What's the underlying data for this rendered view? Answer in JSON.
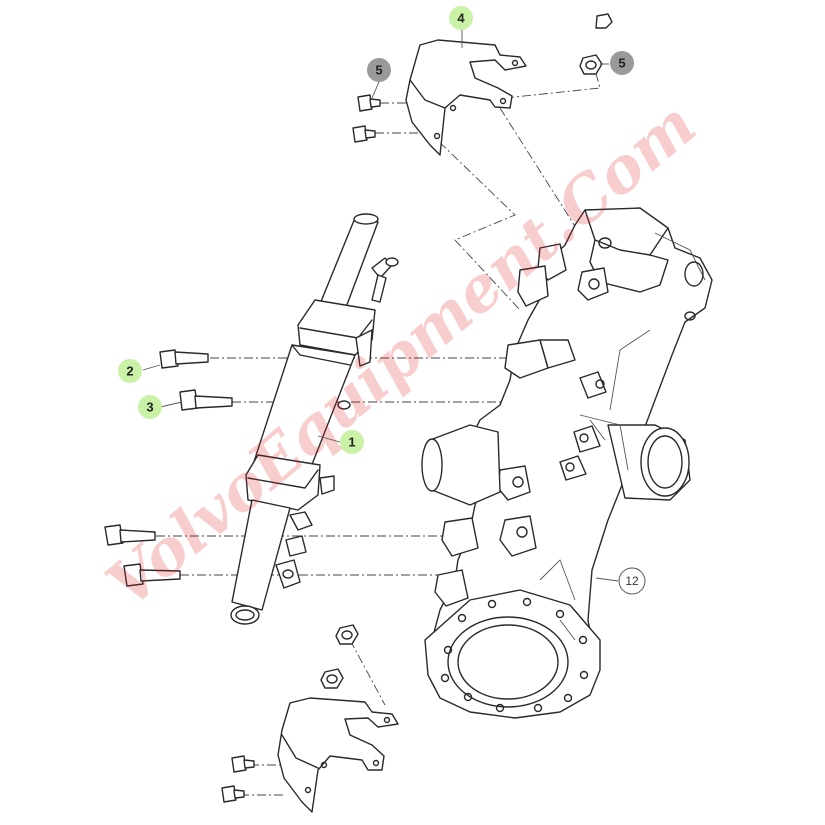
{
  "colors": {
    "callout_green": "#c9f2a7",
    "callout_gray": "#9a9a9a",
    "line": "#2a2a2a",
    "watermark_red": "#e32121"
  },
  "callouts": [
    {
      "id": "c1",
      "label": "1",
      "style": "green"
    },
    {
      "id": "c2",
      "label": "2",
      "style": "green"
    },
    {
      "id": "c3",
      "label": "3",
      "style": "green"
    },
    {
      "id": "c4",
      "label": "4",
      "style": "green"
    },
    {
      "id": "c5a",
      "label": "5",
      "style": "gray"
    },
    {
      "id": "c5b",
      "label": "5",
      "style": "gray"
    },
    {
      "id": "c12",
      "label": "12",
      "style": "plain"
    }
  ],
  "watermark": {
    "text": "VolvoEquipment.Com"
  }
}
